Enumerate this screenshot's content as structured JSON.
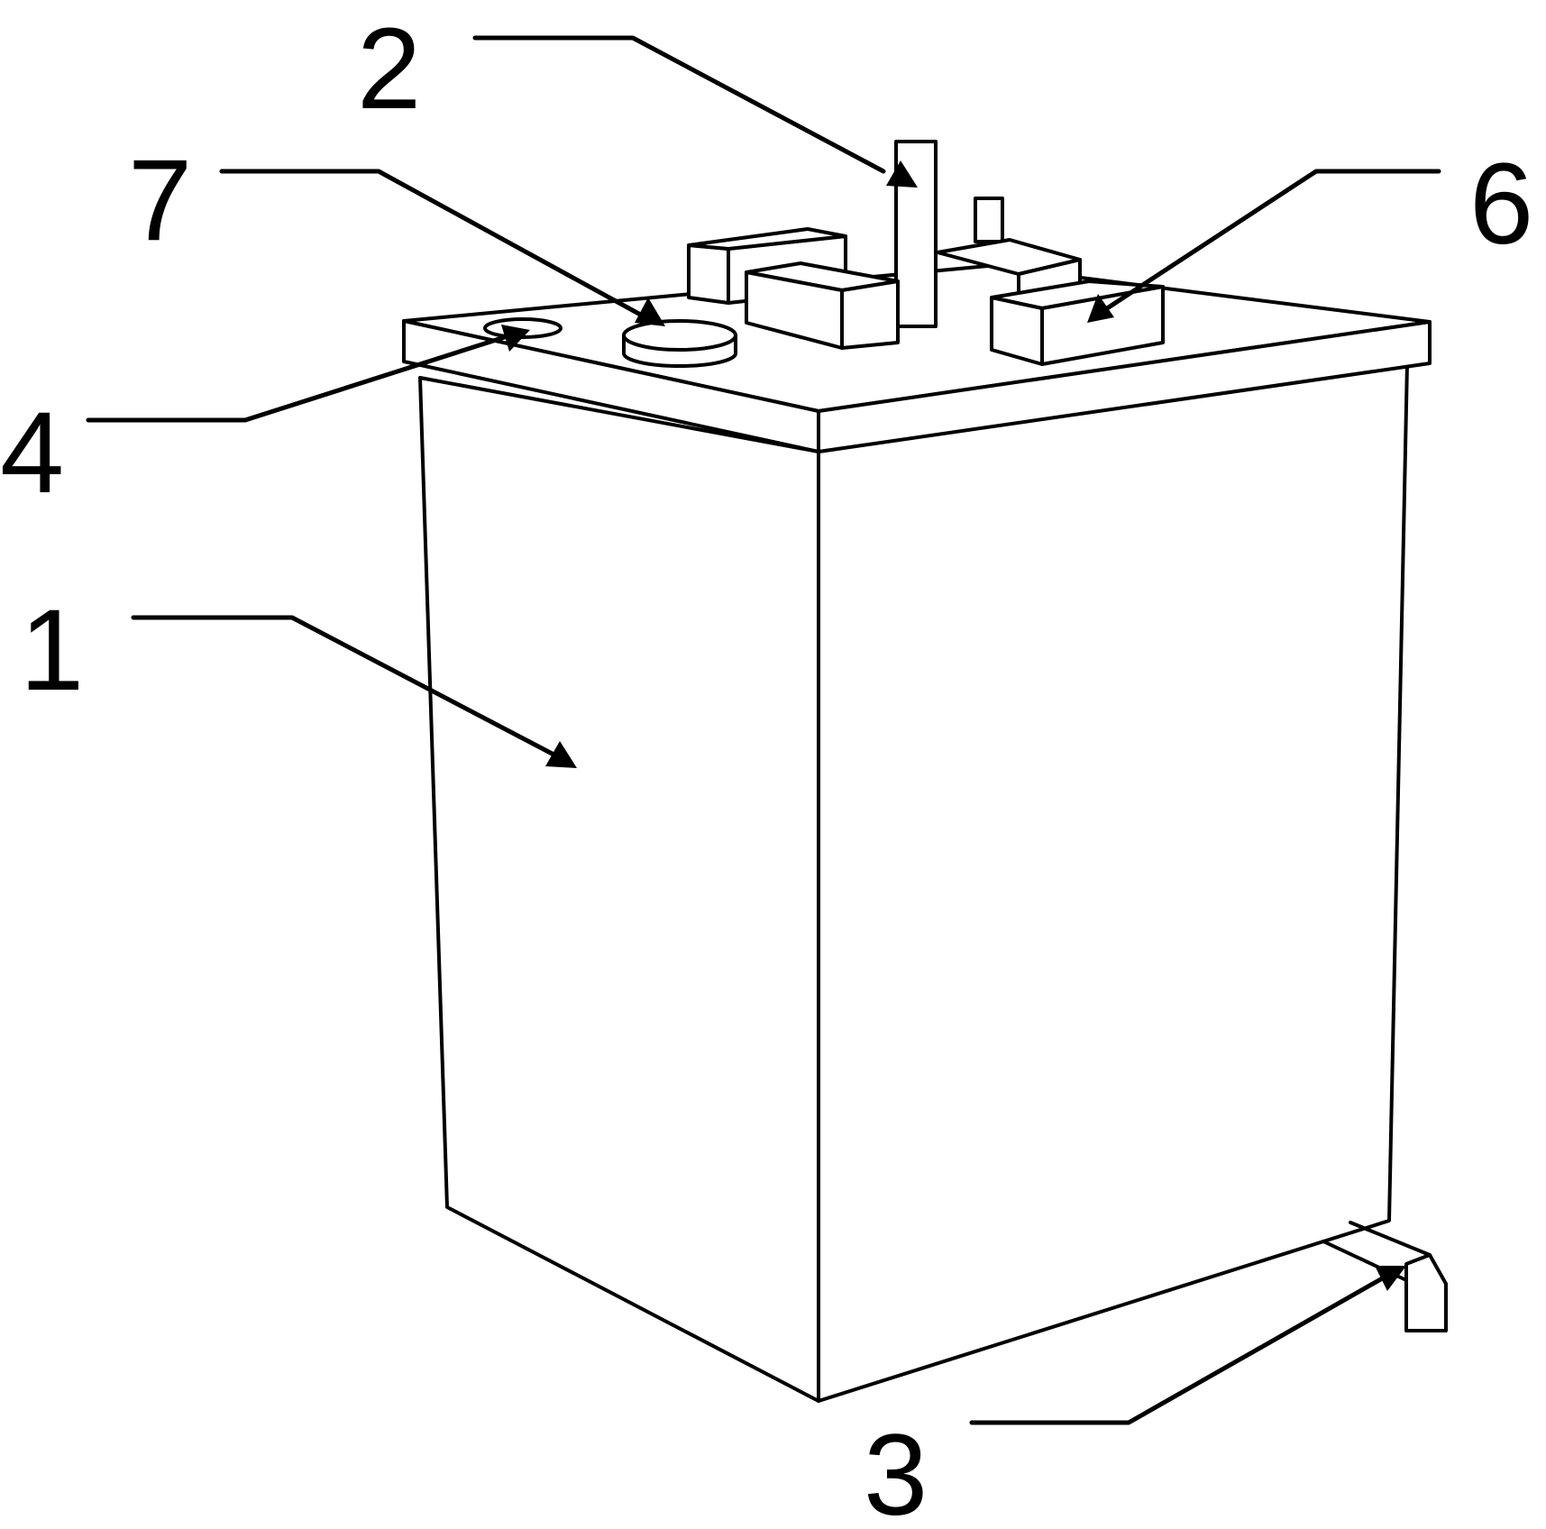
{
  "labels": {
    "label_1": "1",
    "label_2": "2",
    "label_3": "3",
    "label_4": "4",
    "label_6": "6",
    "label_7": "7"
  },
  "colors": {
    "line": "#000000",
    "background": "#ffffff"
  }
}
